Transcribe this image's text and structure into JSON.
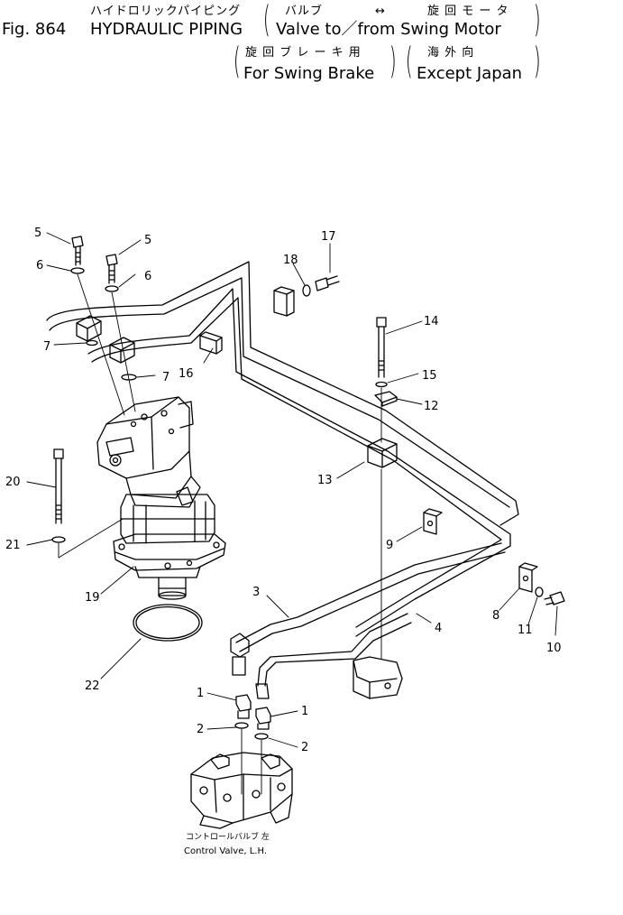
{
  "header": {
    "fig_number": "Fig. 864",
    "title_jp": "ハイドロリックパイピング",
    "title_en": "HYDRAULIC PIPING",
    "sub1_jp_a": "バルブ",
    "sub1_jp_arrow": "↔",
    "sub1_jp_b": "旋 回 モ ー タ",
    "sub1_en": "Valve to／from Swing Motor",
    "sub2_jp": "旋 回 ブ レ ー キ 用",
    "sub2_en": "For Swing Brake",
    "sub3_jp": "海   外   向",
    "sub3_en": "Except Japan"
  },
  "callouts": {
    "c1a": "1",
    "c1b": "1",
    "c2a": "2",
    "c2b": "2",
    "c3": "3",
    "c4": "4",
    "c5a": "5",
    "c5b": "5",
    "c6a": "6",
    "c6b": "6",
    "c7a": "7",
    "c7b": "7",
    "c8": "8",
    "c9": "9",
    "c10": "10",
    "c11": "11",
    "c12": "12",
    "c13": "13",
    "c14": "14",
    "c15": "15",
    "c16": "16",
    "c17": "17",
    "c18": "18",
    "c19": "19",
    "c20": "20",
    "c21": "21",
    "c22": "22"
  },
  "control_valve": {
    "label_jp": "コントロールバルブ 左",
    "label_en": "Control Valve, L.H."
  }
}
